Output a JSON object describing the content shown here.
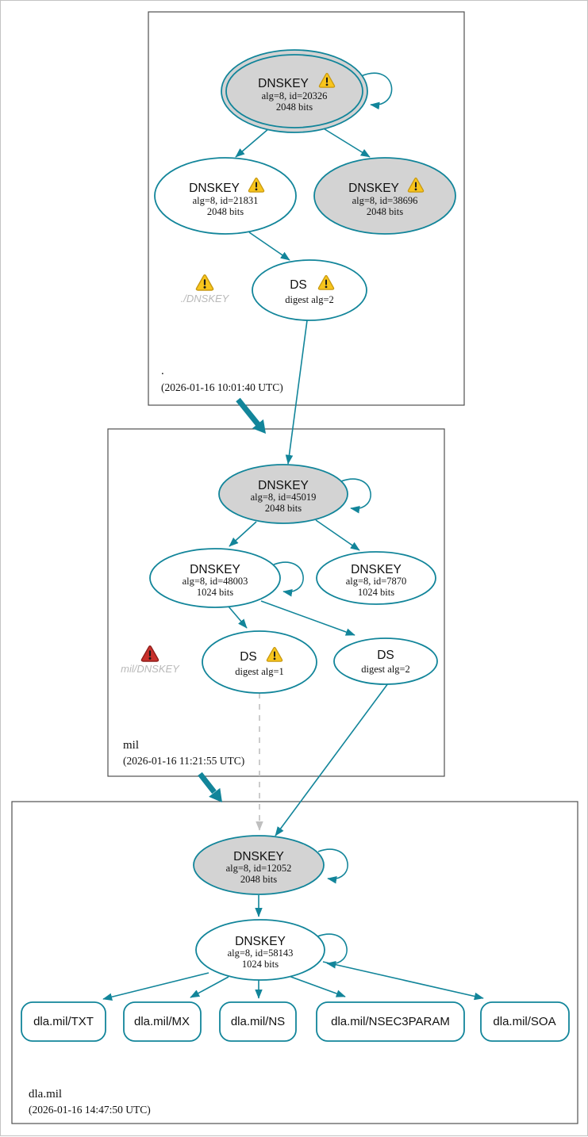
{
  "zones": {
    "root": {
      "label": ".",
      "timestamp": "(2026-01-16 10:01:40 UTC)"
    },
    "mil": {
      "label": "mil",
      "timestamp": "(2026-01-16 11:21:55 UTC)"
    },
    "dlamil": {
      "label": "dla.mil",
      "timestamp": "(2026-01-16 14:47:50 UTC)"
    }
  },
  "nodes": {
    "root_ksk": {
      "title": "DNSKEY",
      "detail1": "alg=8, id=20326",
      "detail2": "2048 bits"
    },
    "root_zsk1": {
      "title": "DNSKEY",
      "detail1": "alg=8, id=21831",
      "detail2": "2048 bits"
    },
    "root_zsk2": {
      "title": "DNSKEY",
      "detail1": "alg=8, id=38696",
      "detail2": "2048 bits"
    },
    "root_ds": {
      "title": "DS",
      "detail1": "digest alg=2"
    },
    "mil_ksk": {
      "title": "DNSKEY",
      "detail1": "alg=8, id=45019",
      "detail2": "2048 bits"
    },
    "mil_zsk1": {
      "title": "DNSKEY",
      "detail1": "alg=8, id=48003",
      "detail2": "1024 bits"
    },
    "mil_zsk2": {
      "title": "DNSKEY",
      "detail1": "alg=8, id=7870",
      "detail2": "1024 bits"
    },
    "mil_ds1": {
      "title": "DS",
      "detail1": "digest alg=1"
    },
    "mil_ds2": {
      "title": "DS",
      "detail1": "digest alg=2"
    },
    "dla_ksk": {
      "title": "DNSKEY",
      "detail1": "alg=8, id=12052",
      "detail2": "2048 bits"
    },
    "dla_zsk": {
      "title": "DNSKEY",
      "detail1": "alg=8, id=58143",
      "detail2": "1024 bits"
    }
  },
  "annotations": {
    "root_dnskey_warning": {
      "label": "./DNSKEY"
    },
    "mil_dnskey_error": {
      "label": "mil/DNSKEY"
    }
  },
  "rrsets": {
    "txt": {
      "label": "dla.mil/TXT"
    },
    "mx": {
      "label": "dla.mil/MX"
    },
    "ns": {
      "label": "dla.mil/NS"
    },
    "nsec3param": {
      "label": "dla.mil/NSEC3PARAM"
    },
    "soa": {
      "label": "dla.mil/SOA"
    }
  },
  "icons": {
    "warning": {
      "name": "warning-triangle-icon",
      "glyph": "⚠",
      "color": "#f8c51c"
    },
    "error": {
      "name": "error-triangle-icon",
      "glyph": "⚠",
      "color": "#c9302c"
    }
  },
  "colors": {
    "edge_teal": "#12859a",
    "ksk_fill_gray": "#d3d3d3",
    "zsk_fill_white": "#ffffff",
    "insecure_edge_gray": "#bfbfbf",
    "zone_border_gray": "#4f4f4f",
    "annotation_text_gray": "#b9b9b9"
  }
}
